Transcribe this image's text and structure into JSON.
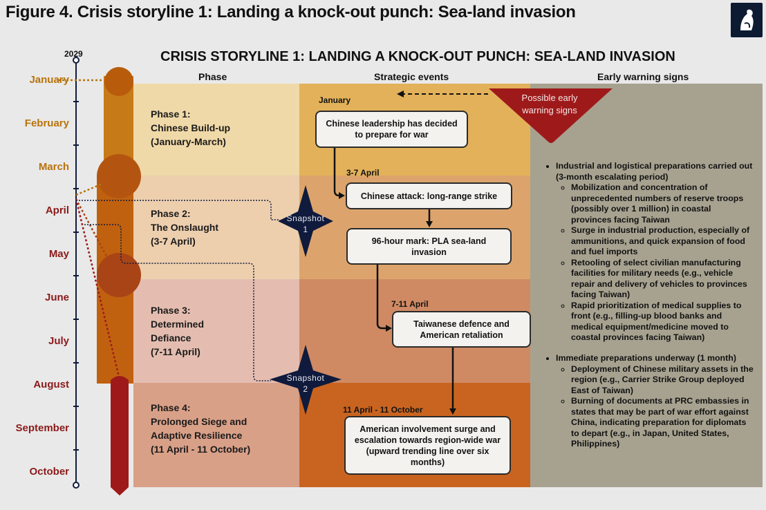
{
  "figure_title": "Figure 4. Crisis storyline 1: Landing a knock-out punch: Sea-land invasion",
  "storyline_title": "CRISIS STORYLINE 1: LANDING A KNOCK-OUT PUNCH: SEA-LAND INVASION",
  "headers": {
    "phase": "Phase",
    "events": "Strategic events",
    "warning": "Early warning signs"
  },
  "timeline": {
    "year": "2029",
    "months": [
      {
        "label": "January",
        "color": "#b8730c"
      },
      {
        "label": "February",
        "color": "#b8730c"
      },
      {
        "label": "March",
        "color": "#b8730c"
      },
      {
        "label": "April",
        "color": "#8b1a1a"
      },
      {
        "label": "May",
        "color": "#8b1a1a"
      },
      {
        "label": "June",
        "color": "#8b1a1a"
      },
      {
        "label": "July",
        "color": "#8b1a1a"
      },
      {
        "label": "August",
        "color": "#8b1a1a"
      },
      {
        "label": "September",
        "color": "#8b1a1a"
      },
      {
        "label": "October",
        "color": "#8b1a1a"
      }
    ]
  },
  "phases": [
    {
      "line1": "Phase 1:",
      "line2": "Chinese Build-up",
      "line3": "(January-March)"
    },
    {
      "line1": "Phase 2:",
      "line2": "The Onslaught",
      "line3": "(3-7 April)"
    },
    {
      "line1": "Phase 3:",
      "line2": "Determined",
      "line3": "Defiance",
      "line4": "(7-11 April)"
    },
    {
      "line1": "Phase 4:",
      "line2": "Prolonged Siege and",
      "line3": "Adaptive Resilience",
      "line4": "(11 April - 11 October)"
    }
  ],
  "events": [
    {
      "date": "January",
      "text": "Chinese leadership has decided to prepare for war"
    },
    {
      "date": "3-7 April",
      "text": "Chinese attack: long-range strike"
    },
    {
      "date": "",
      "text": "96-hour mark: PLA sea-land invasion"
    },
    {
      "date": "7-11 April",
      "text": "Taiwanese defence and American retaliation"
    },
    {
      "date": "11 April - 11 October",
      "text": "American involvement surge and escalation towards region-wide war (upward trending line over six months)"
    }
  ],
  "snapshots": [
    {
      "word": "Snapshot",
      "num": "1"
    },
    {
      "word": "Snapshot",
      "num": "2"
    }
  ],
  "possible_warning": "Possible early warning signs",
  "warning_signs": {
    "group1": {
      "heading": "Industrial and logistical preparations carried out (3-month escalating period)",
      "items": [
        "Mobilization and concentration of unprecedented numbers of reserve troops (possibly over 1 million) in coastal provinces facing Taiwan",
        "Surge in industrial production, especially of ammunitions, and quick expansion of food and fuel imports",
        "Retooling of select civilian manufacturing facilities for military needs (e.g., vehicle repair and delivery of vehicles to provinces facing Taiwan)",
        "Rapid prioritization of medical supplies to front (e.g., filling-up blood banks and medical equipment/medicine moved to coastal provinces facing Taiwan)"
      ]
    },
    "group2": {
      "heading": "Immediate preparations underway (1 month)",
      "items": [
        "Deployment of Chinese military assets in the region (e.g., Carrier Strike Group deployed East of Taiwan)",
        "Burning of documents at PRC embassies in states that may be part of war effort against China, indicating preparation for diplomats to depart (e.g., in Japan, United States, Philippines)"
      ]
    }
  },
  "colors": {
    "phase1": "#f0d9a8",
    "phase2": "#edcfae",
    "phase3": "#e4bdb0",
    "phase4": "#d9a088",
    "event1": "#e3b15a",
    "event2": "#dca46c",
    "event3": "#cf8a64",
    "event4": "#c96420",
    "warning_panel": "#a7a290",
    "navy": "#0f1a3c",
    "dark_red": "#9e1a1a"
  }
}
